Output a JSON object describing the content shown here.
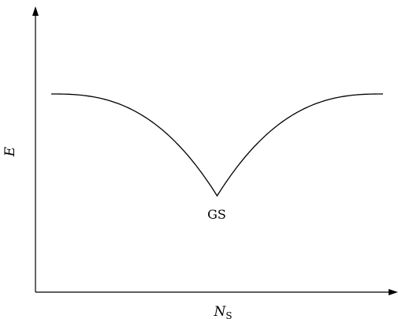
{
  "chart_data": {
    "type": "line",
    "title": "",
    "xlabel": "N",
    "xlabel_subscript": "S",
    "ylabel": "E",
    "annotations": [
      {
        "text": "GS"
      }
    ],
    "series": [
      {
        "values_description": "",
        "x": [
          -1.0,
          -0.8,
          -0.6,
          -0.4,
          -0.2,
          -0.1,
          0.0,
          0.1,
          0.2,
          0.4,
          0.6,
          0.8,
          1.0
        ],
        "y": [
          1.0,
          0.96,
          0.88,
          0.75,
          0.55,
          0.4,
          0.0,
          0.4,
          0.55,
          0.75,
          0.88,
          0.96,
          1.0
        ]
      }
    ],
    "xlim": [
      -1.0,
      1.0
    ],
    "ylim": [
      0.0,
      1.0
    ],
    "grid": false,
    "legend": "none"
  }
}
